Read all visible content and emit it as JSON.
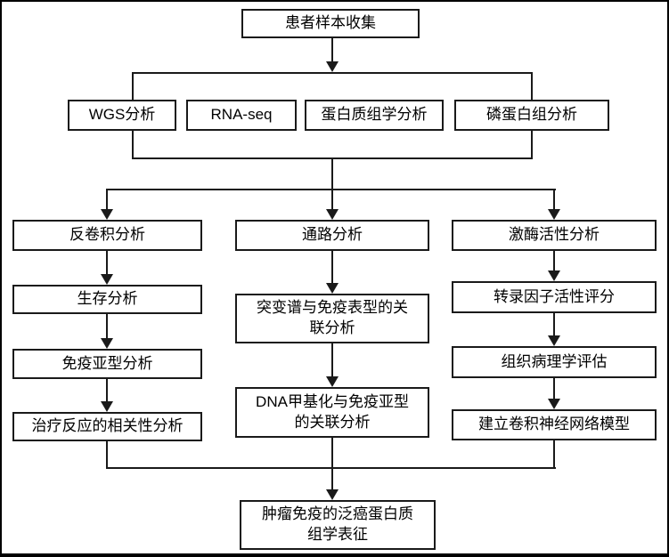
{
  "diagram": {
    "type": "flowchart",
    "colors": {
      "line": "#1a1a1a",
      "box_border": "#1a1a1a",
      "box_fill": "#ffffff",
      "text": "#000000",
      "canvas_bg": "#ffffff",
      "canvas_border": "#000000"
    },
    "nodes": {
      "patient_sample_collection": {
        "label": "患者样本收集"
      },
      "wgs": {
        "label": "WGS分析"
      },
      "rna_seq": {
        "label": "RNA-seq"
      },
      "proteomics": {
        "label": "蛋白质组学分析"
      },
      "phosphoproteomics": {
        "label": "磷蛋白组分析"
      },
      "deconvolution": {
        "label": "反卷积分析"
      },
      "survival": {
        "label": "生存分析"
      },
      "immune_subtype": {
        "label": "免疫亚型分析"
      },
      "treatment_response": {
        "label": "治疗反应的相关性分析"
      },
      "pathway": {
        "label": "通路分析"
      },
      "mutation_immune": {
        "lines": [
          "突变谱与免疫表型的关",
          "联分析"
        ]
      },
      "dna_methylation": {
        "lines": [
          "DNA甲基化与免疫亚型",
          "的关联分析"
        ]
      },
      "kinase_activity": {
        "label": "激酶活性分析"
      },
      "tf_activity_score": {
        "label": "转录因子活性评分"
      },
      "histopathology": {
        "label": "组织病理学评估"
      },
      "cnn_model": {
        "label": "建立卷积神经网络模型"
      },
      "final_characterization": {
        "lines": [
          "肿瘤免疫的泛癌蛋白质",
          "组学表征"
        ]
      }
    },
    "edges": [
      {
        "from": "patient_sample_collection",
        "to": "omics_group"
      },
      {
        "from": "omics_group",
        "to": "deconvolution"
      },
      {
        "from": "omics_group",
        "to": "pathway"
      },
      {
        "from": "omics_group",
        "to": "kinase_activity"
      },
      {
        "from": "deconvolution",
        "to": "survival"
      },
      {
        "from": "survival",
        "to": "immune_subtype"
      },
      {
        "from": "immune_subtype",
        "to": "treatment_response"
      },
      {
        "from": "pathway",
        "to": "mutation_immune"
      },
      {
        "from": "mutation_immune",
        "to": "dna_methylation"
      },
      {
        "from": "kinase_activity",
        "to": "tf_activity_score"
      },
      {
        "from": "tf_activity_score",
        "to": "histopathology"
      },
      {
        "from": "histopathology",
        "to": "cnn_model"
      },
      {
        "from": "treatment_response",
        "to": "final_characterization"
      },
      {
        "from": "dna_methylation",
        "to": "final_characterization"
      },
      {
        "from": "cnn_model",
        "to": "final_characterization"
      }
    ]
  }
}
